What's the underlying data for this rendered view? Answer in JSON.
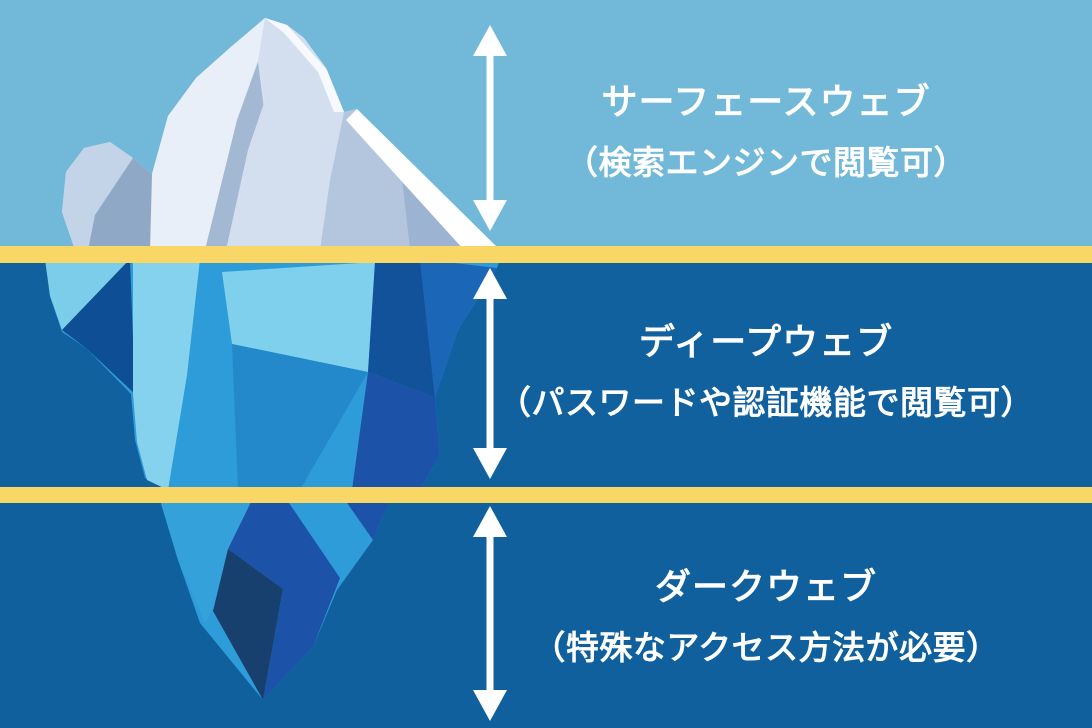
{
  "layers": [
    {
      "id": "surface-web",
      "name": "サーフェースウェブ",
      "caption": "（検索エンジンで閲覧可）",
      "bg": "#72B9D9"
    },
    {
      "id": "deep-web",
      "name": "ディープウェブ",
      "caption": "（パスワードや認証機能で閲覧可）",
      "bg": "#11619E"
    },
    {
      "id": "dark-web",
      "name": "ダークウェブ",
      "caption": "（特殊なアクセス方法が必要）",
      "bg": "#0F609D"
    }
  ],
  "colors": {
    "divider": "#F9D766",
    "text": "#FFFFFF",
    "arrow": "#FFFFFF",
    "ice_above_base": "#D7E2F1",
    "ice_above_bright": "#E9EFF8",
    "ice_above_shadow": "#9CB4D1",
    "ice_below_light": "#84D2EE",
    "ice_below_mid": "#2E9CD8",
    "ice_below_royal": "#1C53A8",
    "ice_below_navy": "#17406F"
  },
  "icons": {
    "range_arrow": "vertical-double-arrow-icon"
  }
}
